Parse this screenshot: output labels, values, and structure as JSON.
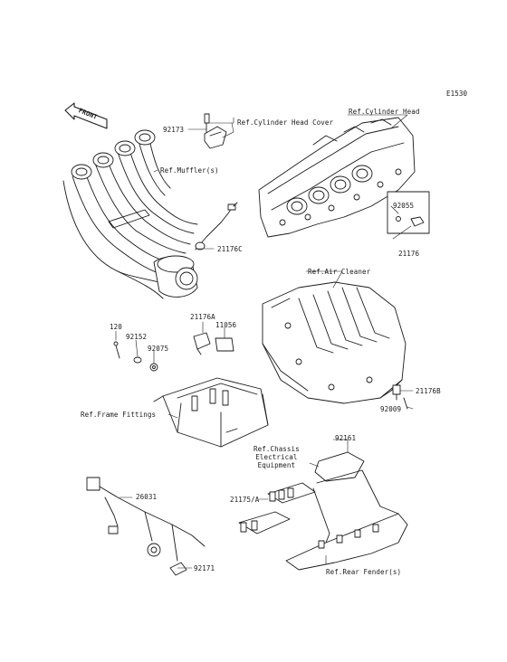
{
  "figure_code": "E1530",
  "front_marker": "FRONT",
  "labels": {
    "p92173": "92173",
    "ref_cyl_head_cover": "Ref.Cylinder Head Cover",
    "ref_cyl_head": "Ref.Cylinder Head",
    "ref_mufflers": "Ref.Muffler(s)",
    "p92055": "92055",
    "p21176C": "21176C",
    "p21176": "21176",
    "ref_air_cleaner": "Ref.Air Cleaner",
    "p21176A": "21176A",
    "p11056": "11056",
    "p120": "120",
    "p92152": "92152",
    "p92075": "92075",
    "p21176B": "21176B",
    "p92009": "92009",
    "ref_frame_fittings": "Ref.Frame Fittings",
    "p92161": "92161",
    "ref_chassis_electrical": "Ref.Chassis\nElectrical\nEquipment",
    "p21175A": "21175/A",
    "p26031": "26031",
    "p92171": "92171",
    "ref_rear_fender": "Ref.Rear Fender(s)"
  },
  "colors": {
    "line": "#1a1a1a",
    "shade": "#d9d9d9",
    "dark": "#8c8c8c"
  }
}
